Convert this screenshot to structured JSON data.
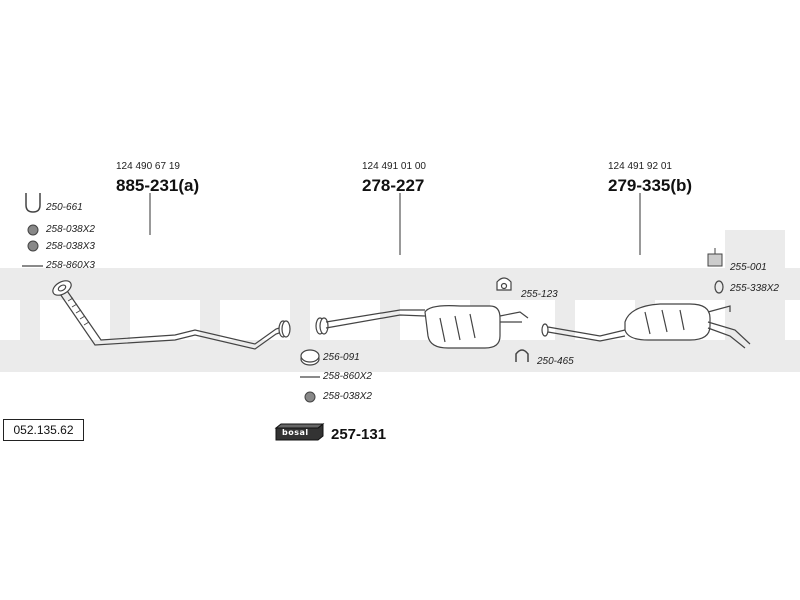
{
  "catalog_ref": "052.135.62",
  "parts": [
    {
      "oe": "124 490 67 19",
      "code": "885-231(a)"
    },
    {
      "oe": "124 491 01 00",
      "code": "278-227"
    },
    {
      "oe": "124 491 92 01",
      "code": "279-335(b)"
    }
  ],
  "accessories_left": [
    "250-661",
    "258-038X2",
    "258-038X3",
    "258-860X3"
  ],
  "accessories_mid": [
    "256-091",
    "258-860X2",
    "258-038X2"
  ],
  "accessory_muffler_top": "255-123",
  "accessory_muffler_bottom": "250-465",
  "accessories_right": [
    "255-001",
    "255-338X2"
  ],
  "kit": {
    "logo_text": "bosal",
    "code": "257-131"
  },
  "colors": {
    "watermark": "#e9e9e9",
    "line": "#333333"
  }
}
